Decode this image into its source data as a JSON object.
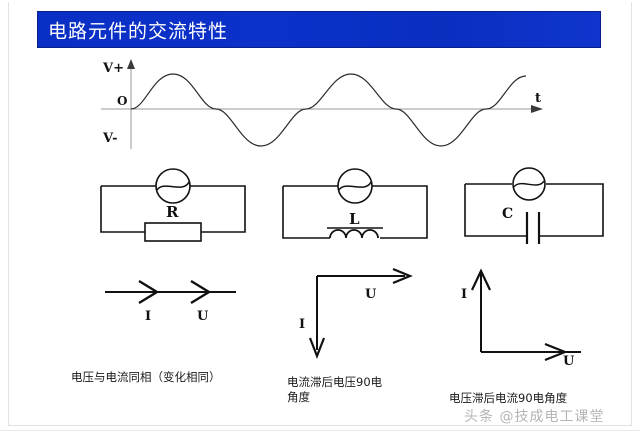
{
  "slide": {
    "title": "电路元件的交流特性",
    "title_bg_start": "#0a2fc4",
    "title_bg_end": "#1035cc",
    "title_color": "#ffffff",
    "background": "#ffffff"
  },
  "waveform": {
    "axis_color": "#9a9a9a",
    "curve_color": "#2b2b2b",
    "y_axis_top_label": "V+",
    "y_axis_bottom_label": "V-",
    "origin_label": "O",
    "x_axis_label": "t",
    "cycles": 2.25,
    "description": "正弦交流波形"
  },
  "circuits": [
    {
      "id": "resistor-circuit",
      "source_label": "",
      "component_label": "R",
      "component_type": "resistor"
    },
    {
      "id": "inductor-circuit",
      "source_label": "",
      "component_label": "L",
      "component_type": "inductor"
    },
    {
      "id": "capacitor-circuit",
      "source_label": "",
      "component_label": "C",
      "component_type": "capacitor"
    }
  ],
  "phasors": [
    {
      "id": "phasor-in-phase",
      "current_label": "I",
      "voltage_label": "U",
      "relation": "同相"
    },
    {
      "id": "phasor-current-lag",
      "current_label": "I",
      "voltage_label": "U",
      "relation": "电流滞后90度"
    },
    {
      "id": "phasor-voltage-lag",
      "current_label": "I",
      "voltage_label": "U",
      "relation": "电压滞后90度"
    }
  ],
  "captions": {
    "first": "电压与电流同相（变化相同）",
    "second": "电流滞后电压90电角度",
    "third": "电压滞后电流90电角度"
  },
  "watermark": {
    "text": "头条 @技成电工课堂"
  }
}
